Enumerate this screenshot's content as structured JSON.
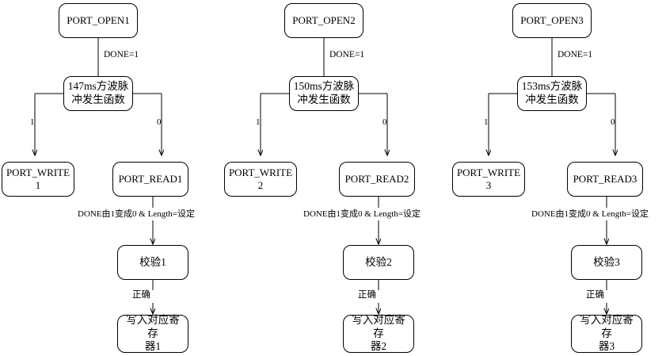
{
  "diagram": {
    "title": "Serial port polling flowchart (three ports)",
    "background_color": "#ffffff",
    "line_color": "#000000",
    "box_fill": "#ffffff",
    "columns": [
      {
        "id": "column-1",
        "open_label": "PORT_OPEN1",
        "done_label": "DONE=1",
        "pulse_label": "147ms方波脉\n冲发生函数",
        "branch_true": "1",
        "branch_false": "0",
        "write_label": "PORT_WRITE\n1",
        "read_label": "PORT_READ1",
        "read_condition": "DONE由1变成0  & Length=设定",
        "verify_label": "校验1",
        "verify_condition": "正确",
        "register_label": "写入对应寄存\n器1"
      },
      {
        "id": "column-2",
        "open_label": "PORT_OPEN2",
        "done_label": "DONE=1",
        "pulse_label": "150ms方波脉\n冲发生函数",
        "branch_true": "1",
        "branch_false": "0",
        "write_label": "PORT_WRITE\n2",
        "read_label": "PORT_READ2",
        "read_condition": "DONE由1变成0  & Length=设定",
        "verify_label": "校验2",
        "verify_condition": "正确",
        "register_label": "写入对应寄存\n器2"
      },
      {
        "id": "column-3",
        "open_label": "PORT_OPEN3",
        "done_label": "DONE=1",
        "pulse_label": "153ms方波脉\n冲发生函数",
        "branch_true": "1",
        "branch_false": "0",
        "write_label": "PORT_WRITE\n3",
        "read_label": "PORT_READ3",
        "read_condition": "DONE由1变成0  & Length=设定",
        "verify_label": "校验3",
        "verify_condition": "正确",
        "register_label": "写入对应寄存\n器3"
      }
    ]
  }
}
